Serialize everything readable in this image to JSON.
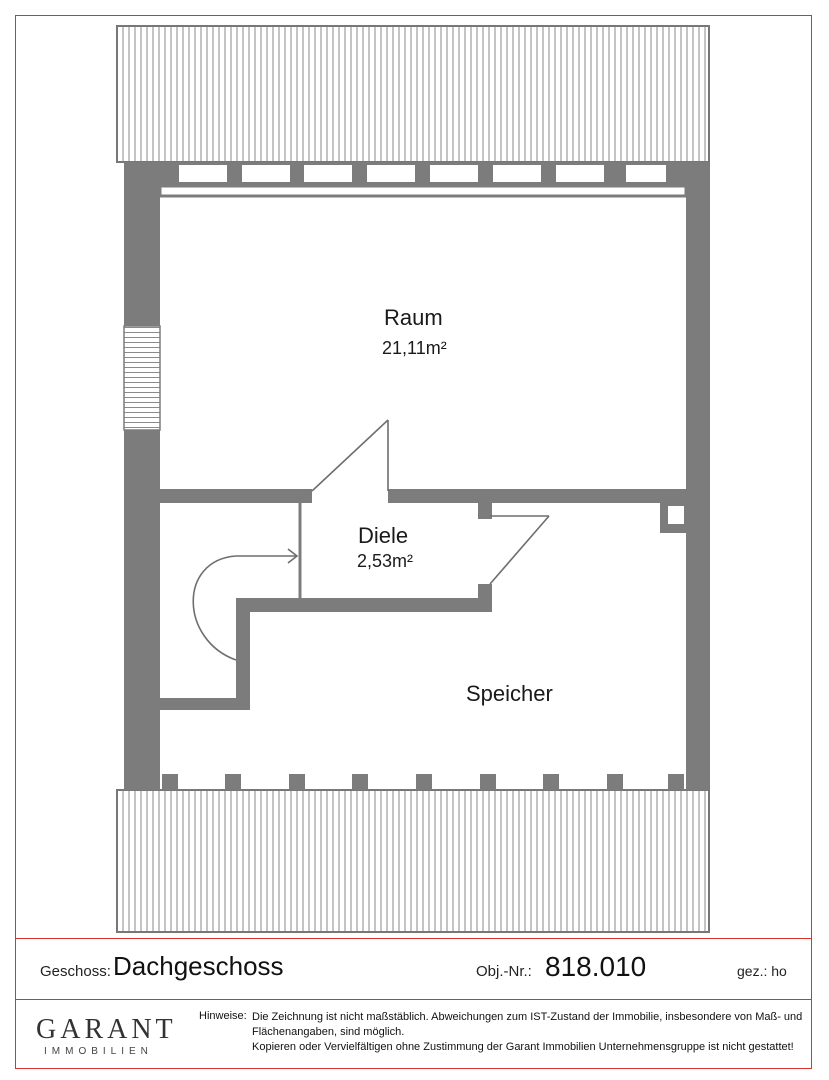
{
  "rooms": {
    "raum": {
      "name": "Raum",
      "area": "21,11m²"
    },
    "diele": {
      "name": "Diele",
      "area": "2,53m²"
    },
    "speicher": {
      "name": "Speicher"
    }
  },
  "footer": {
    "geschoss_label": "Geschoss:",
    "geschoss_value": "Dachgeschoss",
    "obj_label": "Obj.-Nr.:",
    "obj_value": "818.010",
    "gez_label": "gez.: ho",
    "logo_main": "GARANT",
    "logo_sub": "IMMOBILIEN",
    "hint_label": "Hinweise:",
    "hint_lines": [
      "Die Zeichnung ist nicht maßstäblich. Abweichungen zum IST-Zustand der Immobilie, insbesondere von Maß- und",
      "Flächenangaben, sind möglich.",
      "Kopieren oder Vervielfältigen ohne Zustimmung der Garant Immobilien Unternehmensgruppe ist nicht gestattet!"
    ]
  },
  "colors": {
    "wall": "#7c7c7c",
    "frame": "#d8332d",
    "line": "#6e6e6e"
  }
}
